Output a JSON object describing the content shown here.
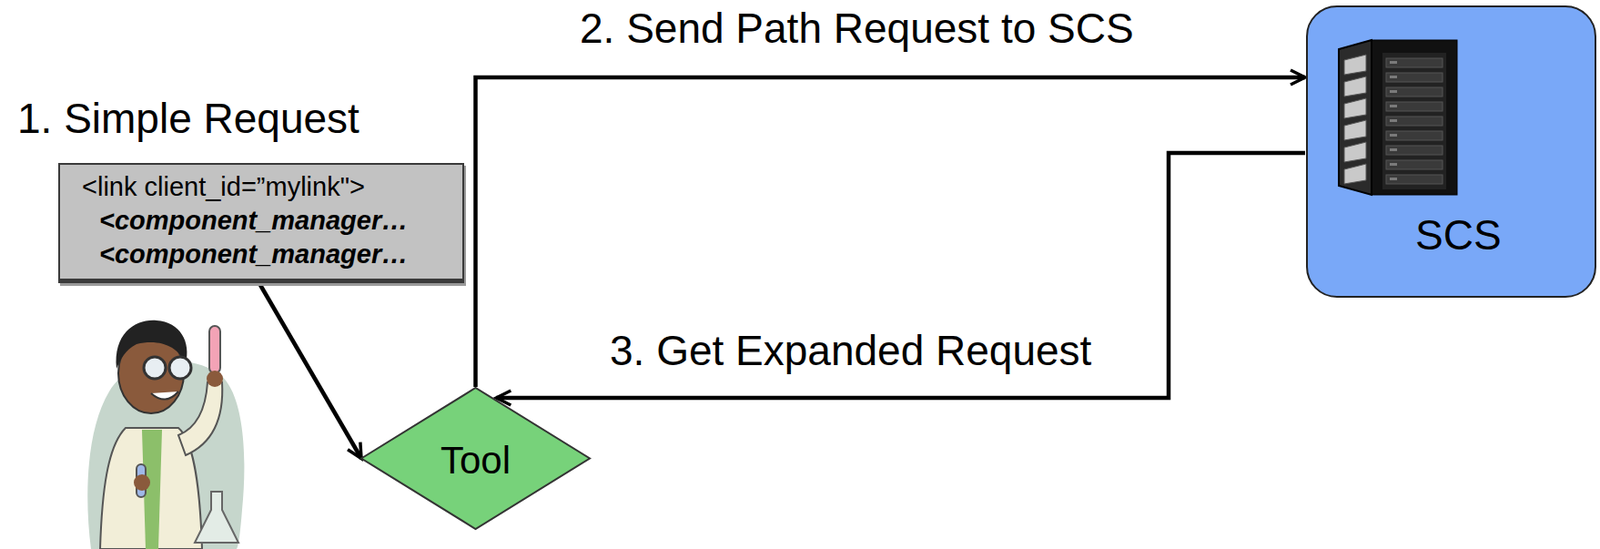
{
  "diagram": {
    "nodes": [
      {
        "text": [
          "1. Simple Request",
          "<link client_id=”mylink\">",
          "<component_manager…",
          "<component_manager…"
        ]
      },
      {
        "text": [
          "Tool"
        ]
      },
      {
        "text": [
          "SCS"
        ]
      }
    ],
    "edges": [
      {
        "from": 0,
        "to": 1,
        "arrow": "to"
      },
      {
        "from": 1,
        "to": 2,
        "arrow": "to",
        "label": "2. Send Path Request to SCS"
      },
      {
        "from": 2,
        "to": 1,
        "arrow": "to",
        "label": "3. Get Expanded Request"
      }
    ]
  }
}
